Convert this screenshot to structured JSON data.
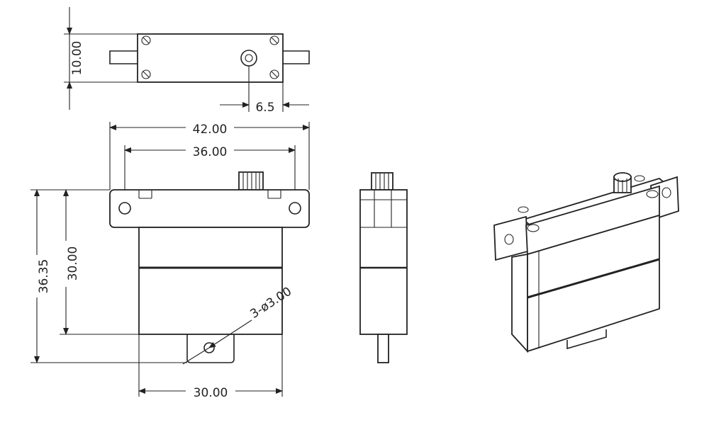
{
  "top_view": {
    "height_dim": "10.00",
    "offset_dim": "6.5"
  },
  "front_view": {
    "overall_width_dim": "42.00",
    "hole_spacing_dim": "36.00",
    "overall_height_dim": "36.35",
    "body_height_dim": "30.00",
    "hole_callout": "3-ø3.00",
    "body_width_dim": "30.00"
  }
}
